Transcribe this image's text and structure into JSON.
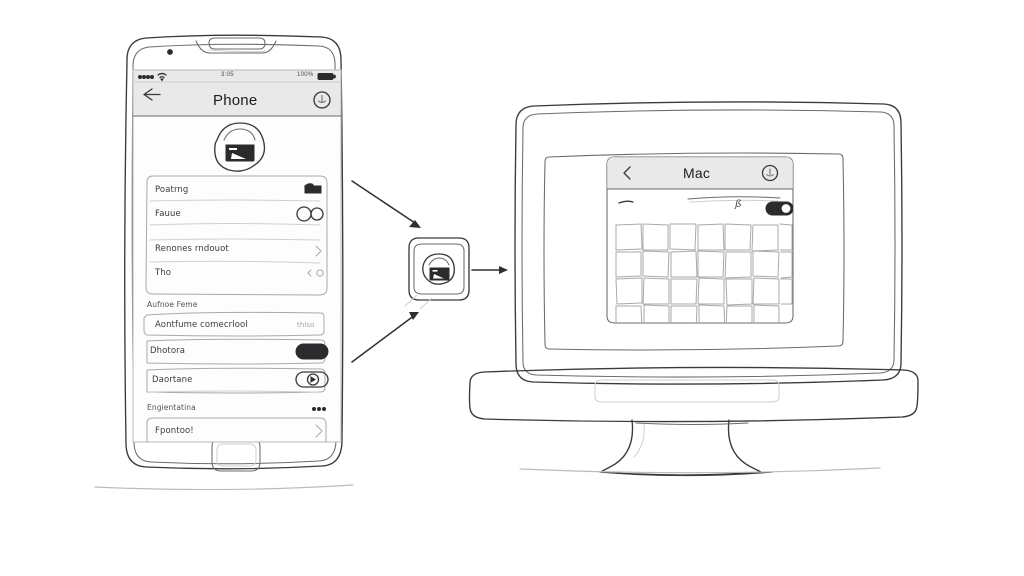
{
  "scene": {
    "title": "Phone to Mac transfer sketch",
    "style": "hand-drawn wireframe sketch",
    "background_color": "#ffffff",
    "ink_color": "#3a3a3c"
  },
  "phone": {
    "device_name": "phone-mockup",
    "status_bar": {
      "signal": "●●●●●",
      "carrier_wifi": "▼",
      "time": "3:05",
      "battery_text": "100%",
      "battery_icon": "battery-full"
    },
    "nav": {
      "back_icon": "←",
      "title": "Phone",
      "action_icon": "ⓘ"
    },
    "app_icon": "app-badge-icon",
    "groups": [
      {
        "header": "",
        "rows": [
          {
            "label": "Poatrng",
            "value": "",
            "control": "dark-badge"
          },
          {
            "label": "Fauue",
            "value": "",
            "control": "double-circle"
          },
          {
            "label": "Renones rndouot",
            "value": "",
            "control": "chevron"
          },
          {
            "label": "Tho",
            "value": "",
            "control": "small-marks"
          }
        ]
      },
      {
        "header": "Aufnoe Feme",
        "rows": [
          {
            "label": "Aontfume comecrlool",
            "value": "thlso",
            "control": "value-text"
          },
          {
            "label": "Dhotora",
            "value": "",
            "control": "toggle-on"
          },
          {
            "label": "Daortane",
            "value": "",
            "control": "toggle-off"
          }
        ]
      },
      {
        "header": "Engientatina",
        "header_control": "ellipsis",
        "rows": [
          {
            "label": "Fpontoo!",
            "value": "",
            "control": "chevron"
          }
        ]
      }
    ],
    "home_button": "home-button"
  },
  "transfer": {
    "badge_icon": "transfer-badge-icon",
    "arrows": [
      {
        "name": "arrow-phone-to-badge",
        "direction": "down-right"
      },
      {
        "name": "arrow-badge-to-mac",
        "direction": "right"
      },
      {
        "name": "arrow-phone-to-badge-lower",
        "direction": "up-right"
      }
    ]
  },
  "monitor": {
    "device_name": "imac-mockup",
    "window": {
      "nav": {
        "back_icon": "‹",
        "title": "Mac",
        "action_icon": "ⓘ"
      },
      "toolbar": {
        "scribble_left": "—",
        "scribble_right": "∿",
        "label": "ß",
        "toggle": "toggle-on"
      },
      "grid": {
        "columns": 7,
        "rows": 4
      }
    },
    "stand": "pedestal-stand"
  }
}
